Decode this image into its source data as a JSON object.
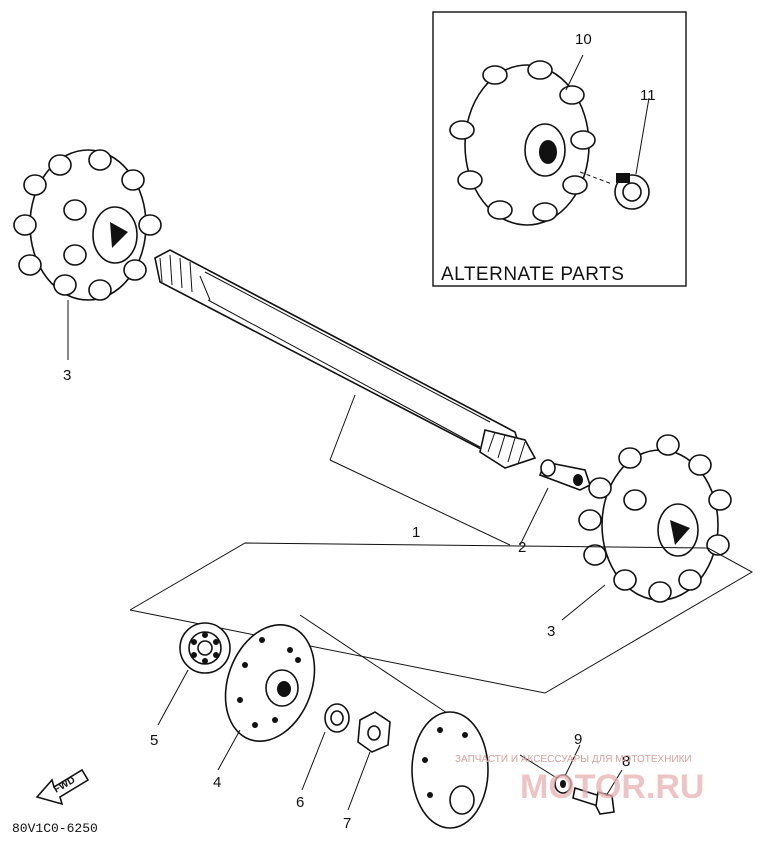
{
  "diagram": {
    "alternate_parts_label": "ALTERNATE PARTS",
    "drawing_code": "80V1C0-6250",
    "fwd_label": "FWD",
    "callouts": [
      {
        "id": "1",
        "label": "1"
      },
      {
        "id": "2",
        "label": "2"
      },
      {
        "id": "3a",
        "label": "3"
      },
      {
        "id": "3b",
        "label": "3"
      },
      {
        "id": "4",
        "label": "4"
      },
      {
        "id": "5",
        "label": "5"
      },
      {
        "id": "6",
        "label": "6"
      },
      {
        "id": "7",
        "label": "7"
      },
      {
        "id": "8",
        "label": "8"
      },
      {
        "id": "9",
        "label": "9"
      },
      {
        "id": "10",
        "label": "10"
      },
      {
        "id": "11",
        "label": "11"
      }
    ]
  },
  "watermark": {
    "tagline": "ЗАПЧАСТИ И АКСЕССУАРЫ ДЛЯ МОТОТЕХНИКИ",
    "brand": "MOTOR.RU"
  }
}
